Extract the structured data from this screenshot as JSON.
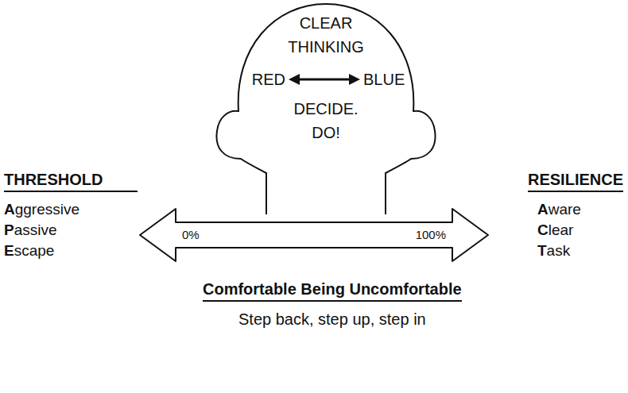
{
  "diagram": {
    "nodes": [
      {
        "text": [
          "CLEAR THINKING",
          "RED",
          "BLUE",
          "DECIDE. DO!"
        ]
      },
      {
        "text": [
          "0%",
          "100%"
        ]
      }
    ],
    "labels": [
      "THRESHOLD",
      "Aggressive",
      "Passive",
      "Escape",
      "RESILIENCE",
      "Aware",
      "Clear",
      "Task",
      "Comfortable Being Uncomfortable",
      "Step back, step up, step in"
    ]
  }
}
